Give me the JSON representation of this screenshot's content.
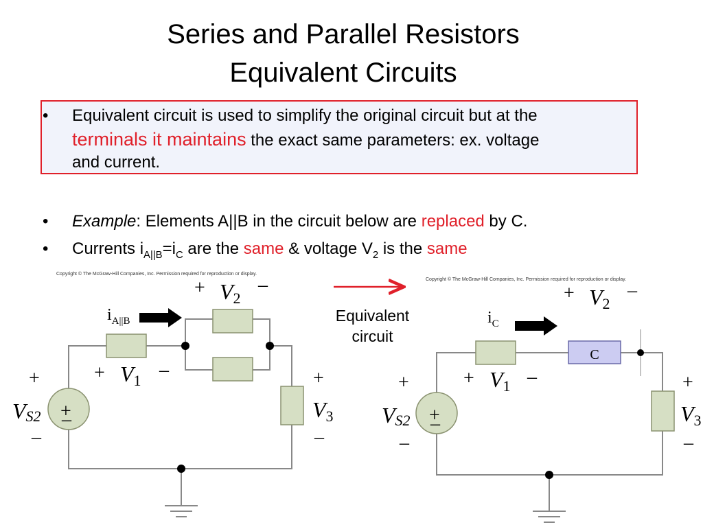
{
  "title": {
    "line1": "Series and Parallel Resistors",
    "line2": "Equivalent Circuits"
  },
  "callout": {
    "bullet": "•",
    "part1": "Equivalent circuit is used to simplify the original circuit but at the",
    "highlight": "terminals it maintains",
    "part2": " the exact same parameters: ex. voltage",
    "part3": "and current."
  },
  "bullets": {
    "example": {
      "dot": "•",
      "italic": "Example",
      "text1": ": Elements A||B in the circuit below are ",
      "red": "replaced",
      "text2": " by C."
    },
    "currents": {
      "dot": "•",
      "text1": "Currents i",
      "sub1": "A||B",
      "text2": "=i",
      "sub2": "C",
      "text3": " are the ",
      "red1": "same",
      "text4": " & voltage V",
      "sub3": "2",
      "text5": "  is the ",
      "red2": "same"
    }
  },
  "copyright": "Copyright © The McGraw-Hill Companies, Inc. Permission required for reproduction or display.",
  "equivalent_label": {
    "line1": "Equivalent",
    "line2": "circuit"
  },
  "left_circuit": {
    "current_label": "i",
    "current_sub": "A||B",
    "plus": "+",
    "minus": "–",
    "v1": "V",
    "v1_sub": "1",
    "v2": "V",
    "v2_sub": "2",
    "v3": "V",
    "v3_sub": "3",
    "vs": "V",
    "vs_sub": "S2"
  },
  "right_circuit": {
    "current_label": "i",
    "current_sub": "C",
    "element_c": "C",
    "plus": "+",
    "minus": "–",
    "v1": "V",
    "v1_sub": "1",
    "v2": "V",
    "v2_sub": "2",
    "v3": "V",
    "v3_sub": "3",
    "vs": "V",
    "vs_sub": "S2"
  },
  "colors": {
    "accent_red": "#e0202a",
    "callout_bg": "#f1f3fb",
    "resistor_fill": "#d6dfc4",
    "element_c_fill": "#ccccf2",
    "wire": "#888888"
  }
}
